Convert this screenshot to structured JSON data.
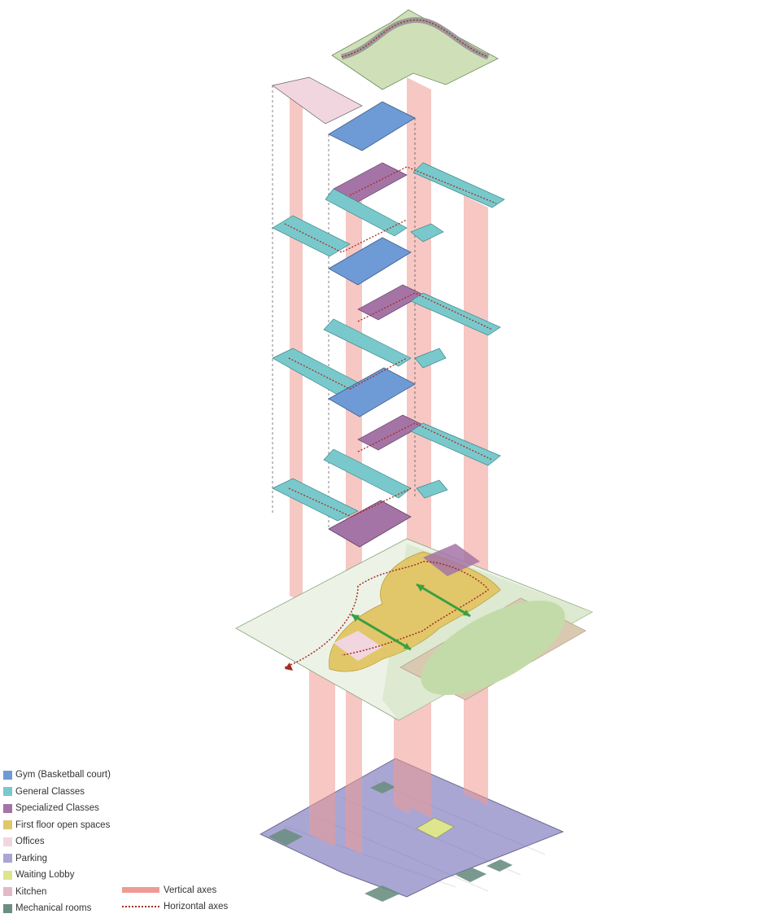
{
  "legend": {
    "items": [
      {
        "label": "Gym (Basketball court)",
        "color": "#6e9bd6"
      },
      {
        "label": "General Classes",
        "color": "#79c9cc"
      },
      {
        "label": "Specialized Classes",
        "color": "#a574a6"
      },
      {
        "label": "First floor open spaces",
        "color": "#e2c76a"
      },
      {
        "label": "Offices",
        "color": "#f1d6e0"
      },
      {
        "label": "Parking",
        "color": "#a9a6d4"
      },
      {
        "label": "Waiting Lobby",
        "color": "#dde58d"
      },
      {
        "label": "Kitchen",
        "color": "#e2b9c6"
      },
      {
        "label": "Mechanical rooms",
        "color": "#6b8f82"
      }
    ],
    "axes": [
      {
        "label": "Vertical axes",
        "color": "#ef9b93",
        "style": "solid"
      },
      {
        "label": "Horizontal axes",
        "color": "#a52c22",
        "style": "dotted"
      }
    ]
  }
}
